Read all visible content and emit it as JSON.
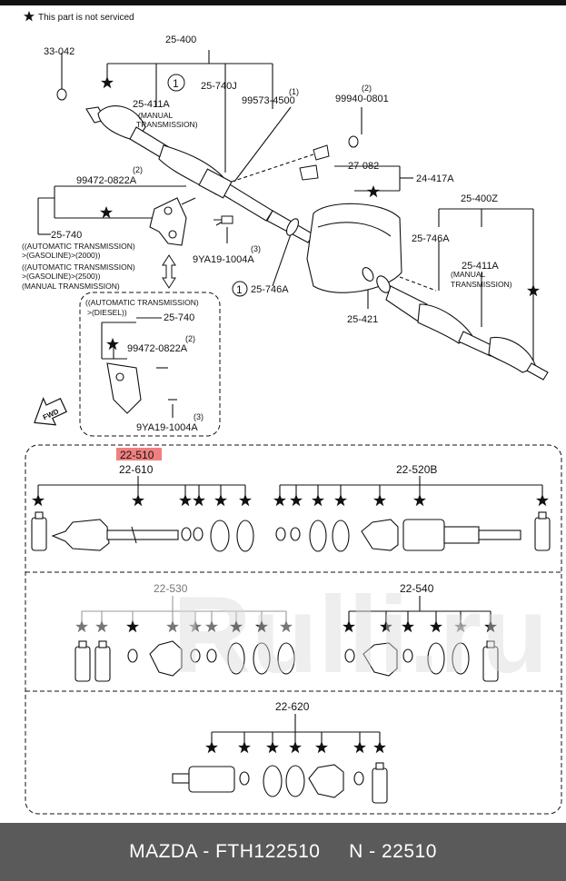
{
  "note": "This part is not serviced",
  "labels": {
    "l_33042": "33-042",
    "l_25400": "25-400",
    "l_25740J": "25-740J",
    "l_99573": "99573-4500",
    "l_99573q": "(1)",
    "l_25411A": "25-411A",
    "l_25411A_sub1": "(MANUAL",
    "l_25411A_sub2": "TRANSMISSION)",
    "l_99940": "99940-0801",
    "l_99940q": "(2)",
    "l_27082": "27-082",
    "l_24417A": "24-417A",
    "l_99472": "99472-0822A",
    "l_99472q": "(2)",
    "l_25400Z": "25-400Z",
    "l_25740": "25-740",
    "l_25746A_top": "25-746A",
    "l_at1": "((AUTOMATIC TRANSMISSION)",
    "l_at2": ">(GASOLINE)>(2000))",
    "l_at3": "((AUTOMATIC TRANSMISSION)",
    "l_at4": ">(GASOLINE)>(2500))",
    "l_at5": "(MANUAL TRANSMISSION)",
    "l_9YA": "9YA19-1004A",
    "l_9YAq": "(3)",
    "l_25411A_r": "25-411A",
    "l_25411A_r1": "(MANUAL",
    "l_25411A_r2": "TRANSMISSION)",
    "l_25746A": "25-746A",
    "l_25421": "25-421",
    "circle1": "1",
    "box_hdr1": "((AUTOMATIC TRANSMISSION)",
    "box_hdr2": ">(DIESEL))",
    "box_25740": "25-740",
    "box_99472": "99472-0822A",
    "box_99472q": "(2)",
    "box_9YA": "9YA19-1004A",
    "box_9YAq": "(3)",
    "fwd": "FWD",
    "kit_22510": "22-510",
    "kit_22610": "22-610",
    "kit_22520B": "22-520B",
    "kit_22530": "22-530",
    "kit_22540": "22-540",
    "kit_22620": "22-620"
  },
  "watermark": "Rulli.ru",
  "footer": {
    "brand": "MAZDA - FTH122510",
    "number": "N - 22510"
  },
  "colors": {
    "highlight": "#f08080",
    "line": "#111111",
    "footer_bg": "#5a5a5a"
  }
}
